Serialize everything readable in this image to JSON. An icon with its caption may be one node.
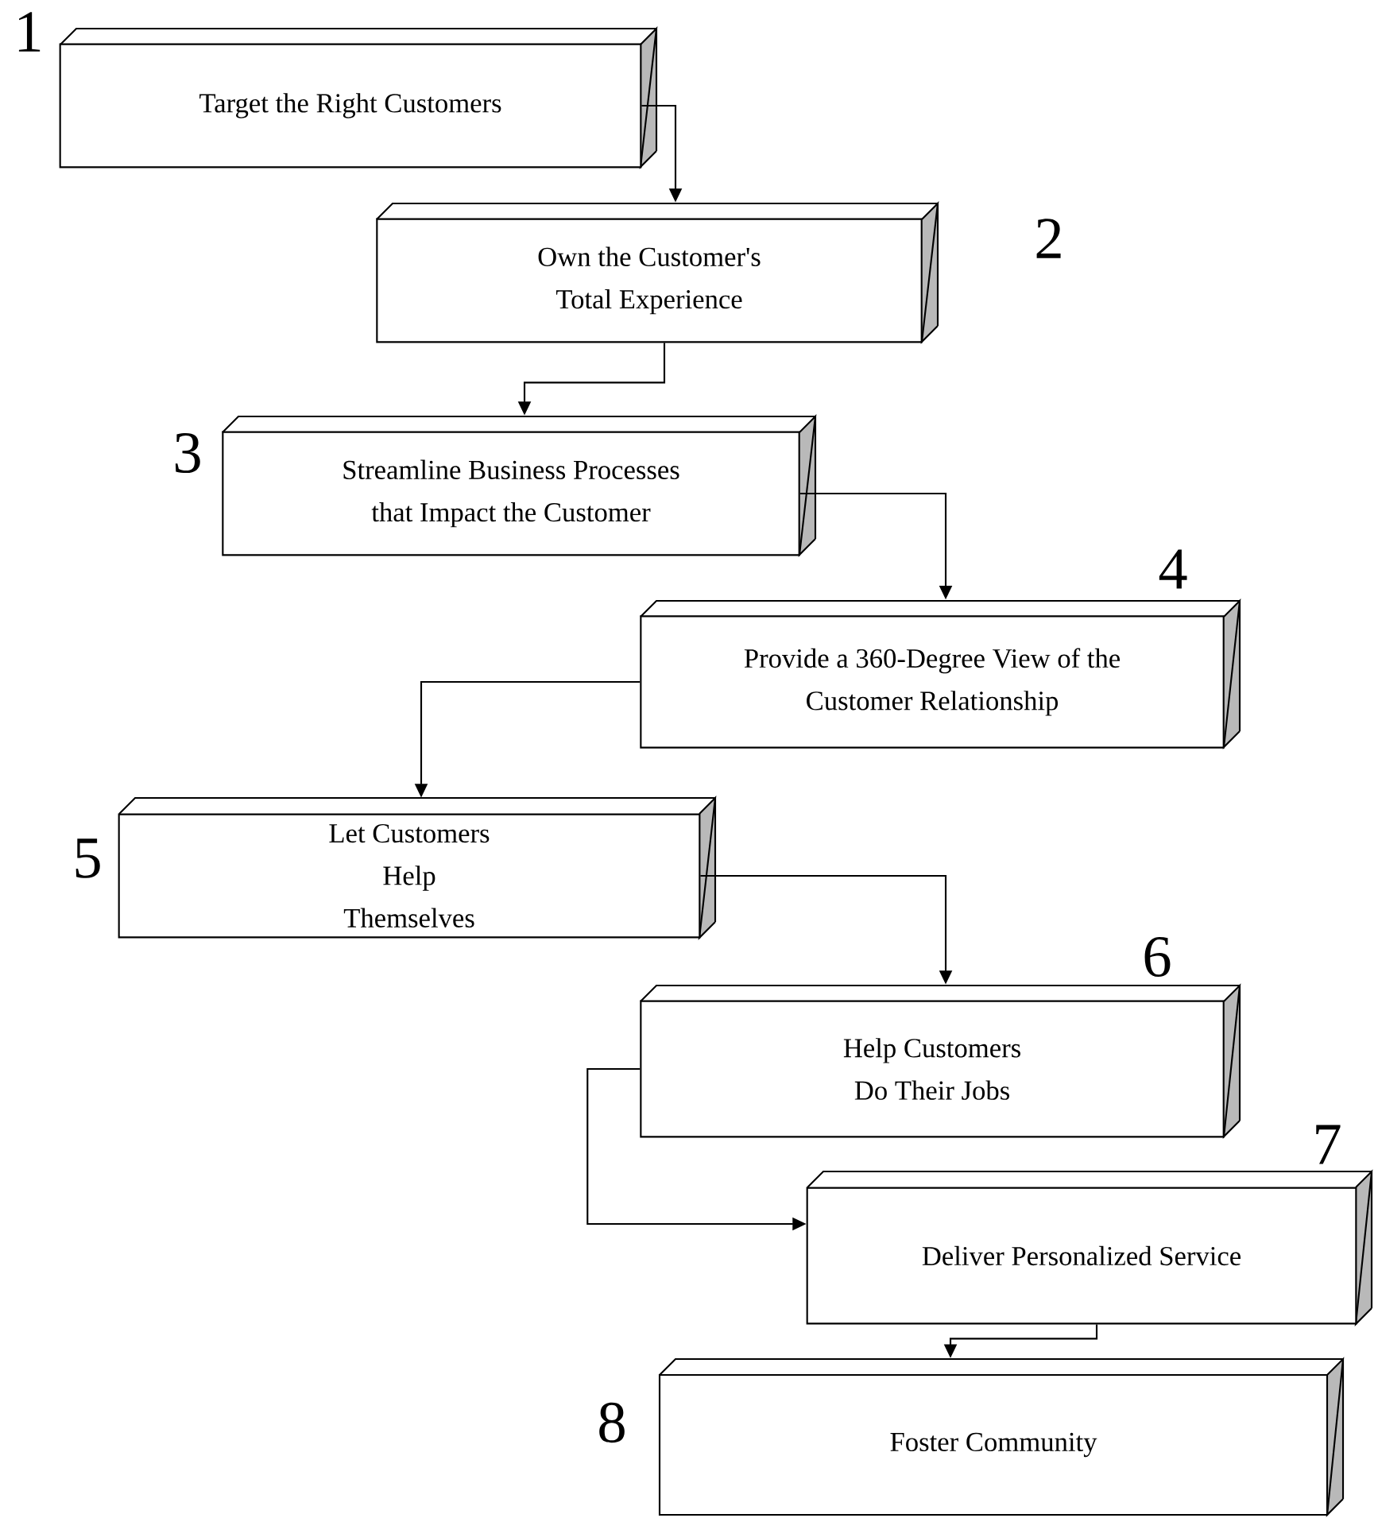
{
  "diagram": {
    "nodes": [
      {
        "text": [
          "Target the Right Customers"
        ],
        "beside": [
          "1"
        ]
      },
      {
        "text": [
          "Own the Customer's Total Experience"
        ],
        "beside": [
          "2"
        ]
      },
      {
        "text": [
          "Streamline Business Processes that Impact the Customer"
        ],
        "beside": [
          "3"
        ]
      },
      {
        "text": [
          "Provide a 360-Degree View of the Customer Relationship"
        ],
        "beside": [
          "4"
        ]
      },
      {
        "text": [
          "Let Customers Help Themselves"
        ],
        "beside": [
          "5"
        ]
      },
      {
        "text": [
          "Help Customers Do Their Jobs"
        ],
        "beside": [
          "6"
        ]
      },
      {
        "text": [
          "Deliver Personalized Service"
        ],
        "beside": [
          "7"
        ]
      },
      {
        "text": [
          "Foster Community"
        ],
        "beside": [
          "8"
        ]
      }
    ],
    "edges": [
      {
        "from": 0,
        "to": 1,
        "arrow": "to"
      },
      {
        "from": 1,
        "to": 2,
        "arrow": "to"
      },
      {
        "from": 2,
        "to": 3,
        "arrow": "to"
      },
      {
        "from": 3,
        "to": 4,
        "arrow": "to"
      },
      {
        "from": 4,
        "to": 5,
        "arrow": "to"
      },
      {
        "from": 5,
        "to": 6,
        "arrow": "to"
      },
      {
        "from": 6,
        "to": 7,
        "arrow": "to"
      }
    ]
  }
}
